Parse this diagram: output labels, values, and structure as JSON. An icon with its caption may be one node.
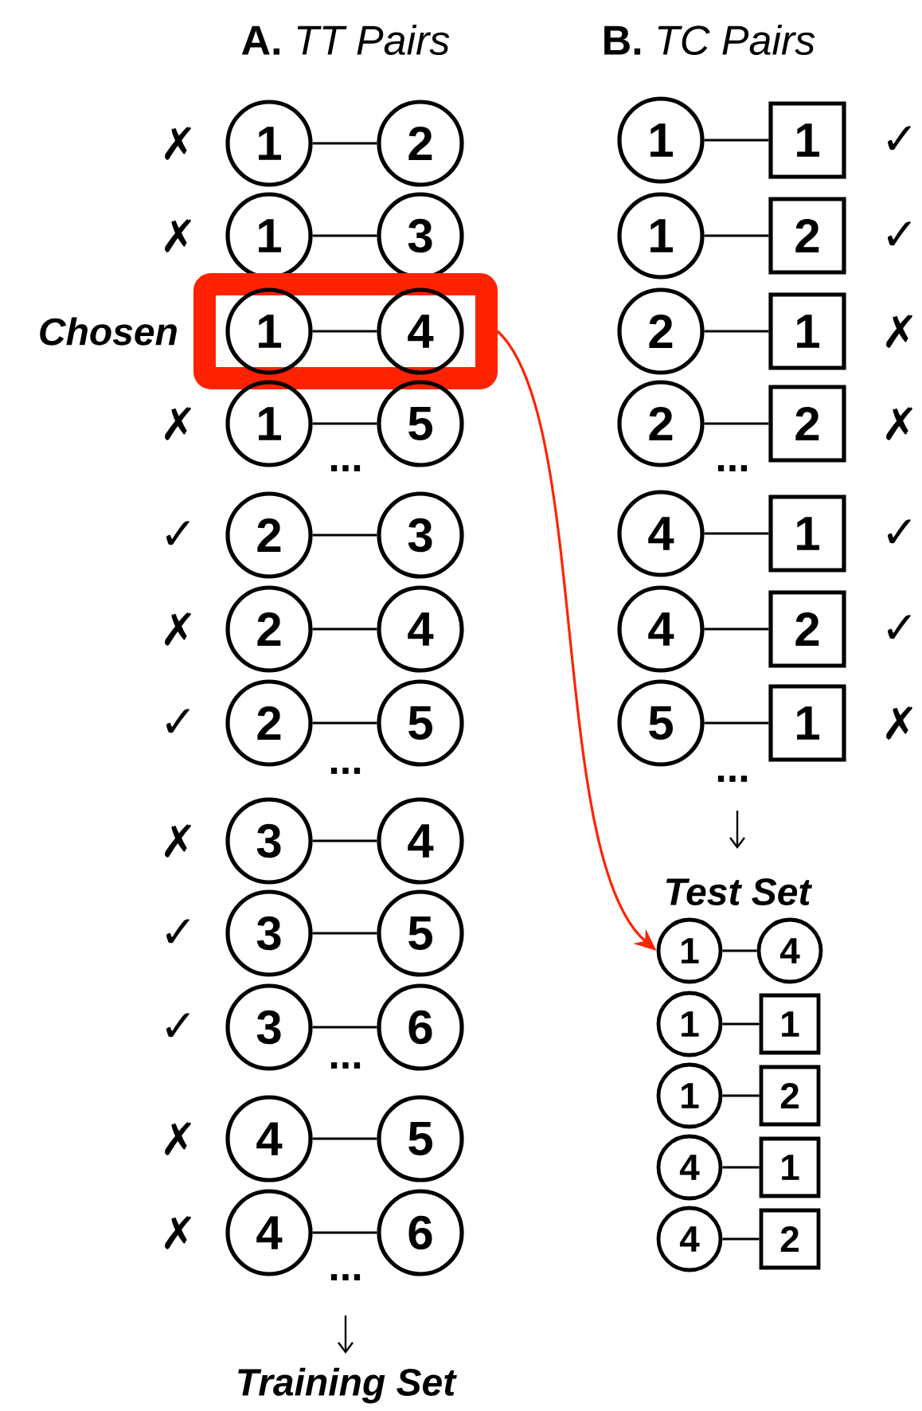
{
  "diagram": {
    "nodes": [
      {
        "text": [
          "1"
        ]
      },
      {
        "text": [
          "2"
        ]
      },
      {
        "text": [
          "1"
        ]
      },
      {
        "text": [
          "3"
        ]
      },
      {
        "text": [
          "Chosen"
        ]
      },
      {
        "text": [
          "1"
        ],
        "in": 4
      },
      {
        "text": [
          "4"
        ],
        "in": 4
      },
      {
        "text": [
          "1"
        ]
      },
      {
        "text": [
          "5"
        ]
      },
      {
        "text": [
          "2"
        ]
      },
      {
        "text": [
          "3"
        ]
      },
      {
        "text": [
          "2"
        ]
      },
      {
        "text": [
          "4"
        ]
      },
      {
        "text": [
          "2"
        ]
      },
      {
        "text": [
          "5"
        ]
      },
      {
        "text": [
          "3"
        ]
      },
      {
        "text": [
          "4"
        ]
      },
      {
        "text": [
          "3"
        ]
      },
      {
        "text": [
          "5"
        ]
      },
      {
        "text": [
          "3"
        ]
      },
      {
        "text": [
          "6"
        ]
      },
      {
        "text": [
          "4"
        ]
      },
      {
        "text": [
          "5"
        ]
      },
      {
        "text": [
          "4"
        ]
      },
      {
        "text": [
          "6"
        ]
      },
      {
        "text": [
          "1"
        ]
      },
      {
        "text": [
          "1"
        ]
      },
      {
        "text": [
          "1"
        ]
      },
      {
        "text": [
          "2"
        ]
      },
      {
        "text": [
          "2"
        ]
      },
      {
        "text": [
          "1"
        ]
      },
      {
        "text": [
          "2"
        ]
      },
      {
        "text": [
          "2"
        ]
      },
      {
        "text": [
          "4"
        ]
      },
      {
        "text": [
          "1"
        ]
      },
      {
        "text": [
          "4"
        ]
      },
      {
        "text": [
          "2"
        ]
      },
      {
        "text": [
          "5"
        ]
      },
      {
        "text": [
          "1"
        ]
      },
      {
        "text": [
          "1"
        ]
      },
      {
        "text": [
          "4"
        ]
      },
      {
        "text": [
          "1"
        ]
      },
      {
        "text": [
          "1"
        ]
      },
      {
        "text": [
          "1"
        ]
      },
      {
        "text": [
          "2"
        ]
      },
      {
        "text": [
          "4"
        ]
      },
      {
        "text": [
          "1"
        ]
      },
      {
        "text": [
          "4"
        ]
      },
      {
        "text": [
          "2"
        ]
      }
    ],
    "edges": [
      {
        "from": 0,
        "to": 1,
        "arrow": "none"
      },
      {
        "from": 2,
        "to": 3,
        "arrow": "none"
      },
      {
        "from": 5,
        "to": 6,
        "arrow": "none"
      },
      {
        "from": 7,
        "to": 8,
        "arrow": "none"
      },
      {
        "from": 9,
        "to": 10,
        "arrow": "none"
      },
      {
        "from": 11,
        "to": 12,
        "arrow": "none"
      },
      {
        "from": 13,
        "to": 14,
        "arrow": "none"
      },
      {
        "from": 15,
        "to": 16,
        "arrow": "none"
      },
      {
        "from": 17,
        "to": 18,
        "arrow": "none"
      },
      {
        "from": 19,
        "to": 20,
        "arrow": "none"
      },
      {
        "from": 21,
        "to": 22,
        "arrow": "none"
      },
      {
        "from": 23,
        "to": 24,
        "arrow": "none"
      },
      {
        "from": 25,
        "to": 26,
        "arrow": "none"
      },
      {
        "from": 27,
        "to": 28,
        "arrow": "none"
      },
      {
        "from": 29,
        "to": 30,
        "arrow": "none"
      },
      {
        "from": 31,
        "to": 32,
        "arrow": "none"
      },
      {
        "from": 33,
        "to": 34,
        "arrow": "none"
      },
      {
        "from": 35,
        "to": 36,
        "arrow": "none"
      },
      {
        "from": 37,
        "to": 38,
        "arrow": "none"
      },
      {
        "from": 39,
        "to": 40,
        "arrow": "none"
      },
      {
        "from": 41,
        "to": 42,
        "arrow": "none"
      },
      {
        "from": 43,
        "to": 44,
        "arrow": "none"
      },
      {
        "from": 45,
        "to": 46,
        "arrow": "none"
      },
      {
        "from": 47,
        "to": 48,
        "arrow": "none"
      },
      {
        "from": 4,
        "to": 39,
        "arrow": "to",
        "color": "#ff2200"
      }
    ],
    "labels": [
      "**A.** *TT Pairs*",
      "**B.** *TC Pairs*",
      "✗",
      "✗",
      "✗",
      "...",
      "✓",
      "✗",
      "✓",
      "...",
      "✗",
      "✓",
      "✓",
      "...",
      "✗",
      "✗",
      "...",
      "Training Set",
      "✓",
      "✓",
      "✗",
      "✗",
      "...",
      "✓",
      "✓",
      "✗",
      "...",
      "Test Set"
    ]
  }
}
